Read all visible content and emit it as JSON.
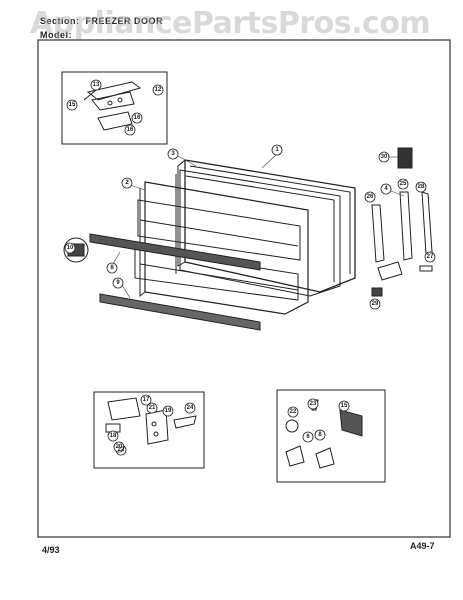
{
  "header": {
    "section_label": "Section:",
    "section_value": "FREEZER DOOR",
    "model_label": "Model:"
  },
  "watermark": "AppliancePartsPros.com",
  "footer": {
    "date": "4/93",
    "page": "A49-7"
  },
  "callouts": {
    "c1": "1",
    "c2": "2",
    "c3": "3",
    "c4": "4",
    "c6": "6",
    "c8": "8",
    "c9": "9",
    "c10": "10",
    "c12": "12",
    "c13": "13",
    "c15a": "15",
    "c15b": "15",
    "c16a": "16",
    "c16b": "16",
    "c17": "17",
    "c18": "18",
    "c19": "19",
    "c20": "20",
    "c21": "21",
    "c22a": "22",
    "c22b": "22",
    "c23": "23",
    "c24": "24",
    "c25": "25",
    "c26": "26",
    "c27": "27",
    "c28": "28",
    "c29": "29",
    "c30": "30"
  },
  "colors": {
    "line": "#222222",
    "frame": "#333333",
    "watermark": "#aaaaaa"
  }
}
